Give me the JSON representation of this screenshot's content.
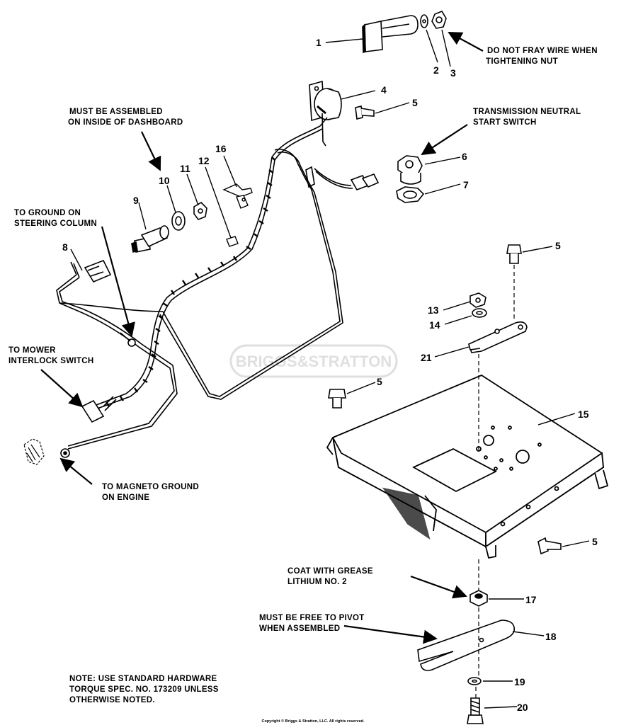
{
  "notes": {
    "fray": [
      "DO NOT FRAY WIRE WHEN",
      "TIGHTENING NUT"
    ],
    "dashboard": [
      "MUST BE ASSEMBLED",
      "ON INSIDE OF DASHBOARD"
    ],
    "neutral": [
      "TRANSMISSION NEUTRAL",
      "START SWITCH"
    ],
    "steering": [
      "TO GROUND ON",
      "STEERING COLUMN"
    ],
    "mower": [
      "TO MOWER",
      "INTERLOCK SWITCH"
    ],
    "magneto": [
      "TO MAGNETO GROUND",
      "ON ENGINE"
    ],
    "grease": [
      "COAT WITH GREASE",
      "LITHIUM NO. 2"
    ],
    "pivot": [
      "MUST BE FREE TO PIVOT",
      "WHEN ASSEMBLED"
    ],
    "hardware": [
      "NOTE: USE STANDARD HARDWARE",
      "TORQUE SPEC. NO. 173209 UNLESS",
      "OTHERWISE NOTED."
    ]
  },
  "callouts": {
    "n1": "1",
    "n2": "2",
    "n3": "3",
    "n4": "4",
    "n5a": "5",
    "n5b": "5",
    "n5c": "5",
    "n5d": "5",
    "n6": "6",
    "n7": "7",
    "n8": "8",
    "n9": "9",
    "n10": "10",
    "n11": "11",
    "n12": "12",
    "n13": "13",
    "n14": "14",
    "n15": "15",
    "n16": "16",
    "n17": "17",
    "n18": "18",
    "n19": "19",
    "n20": "20",
    "n21": "21"
  },
  "watermark": "BRIGGS&STRATTON",
  "copyright": "Copyright © Briggs & Stratton, LLC. All rights reserved."
}
